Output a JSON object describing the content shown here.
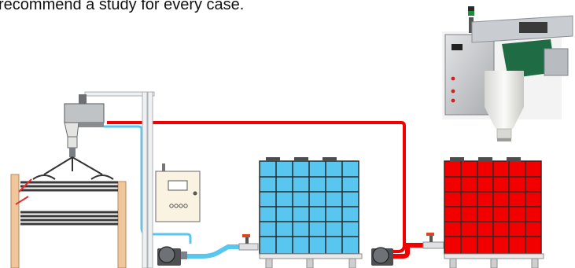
{
  "caption": {
    "text": "recommend a study for every case."
  },
  "tanks": [
    {
      "name": "blue-ibc-tank",
      "color": "#59c6ef"
    },
    {
      "name": "red-ibc-tank",
      "color": "#f20000"
    }
  ],
  "pipes": {
    "supply_color": "#59c6ef",
    "return_color": "#f20000"
  },
  "control_panel": {
    "display": "",
    "buttons": 4
  }
}
